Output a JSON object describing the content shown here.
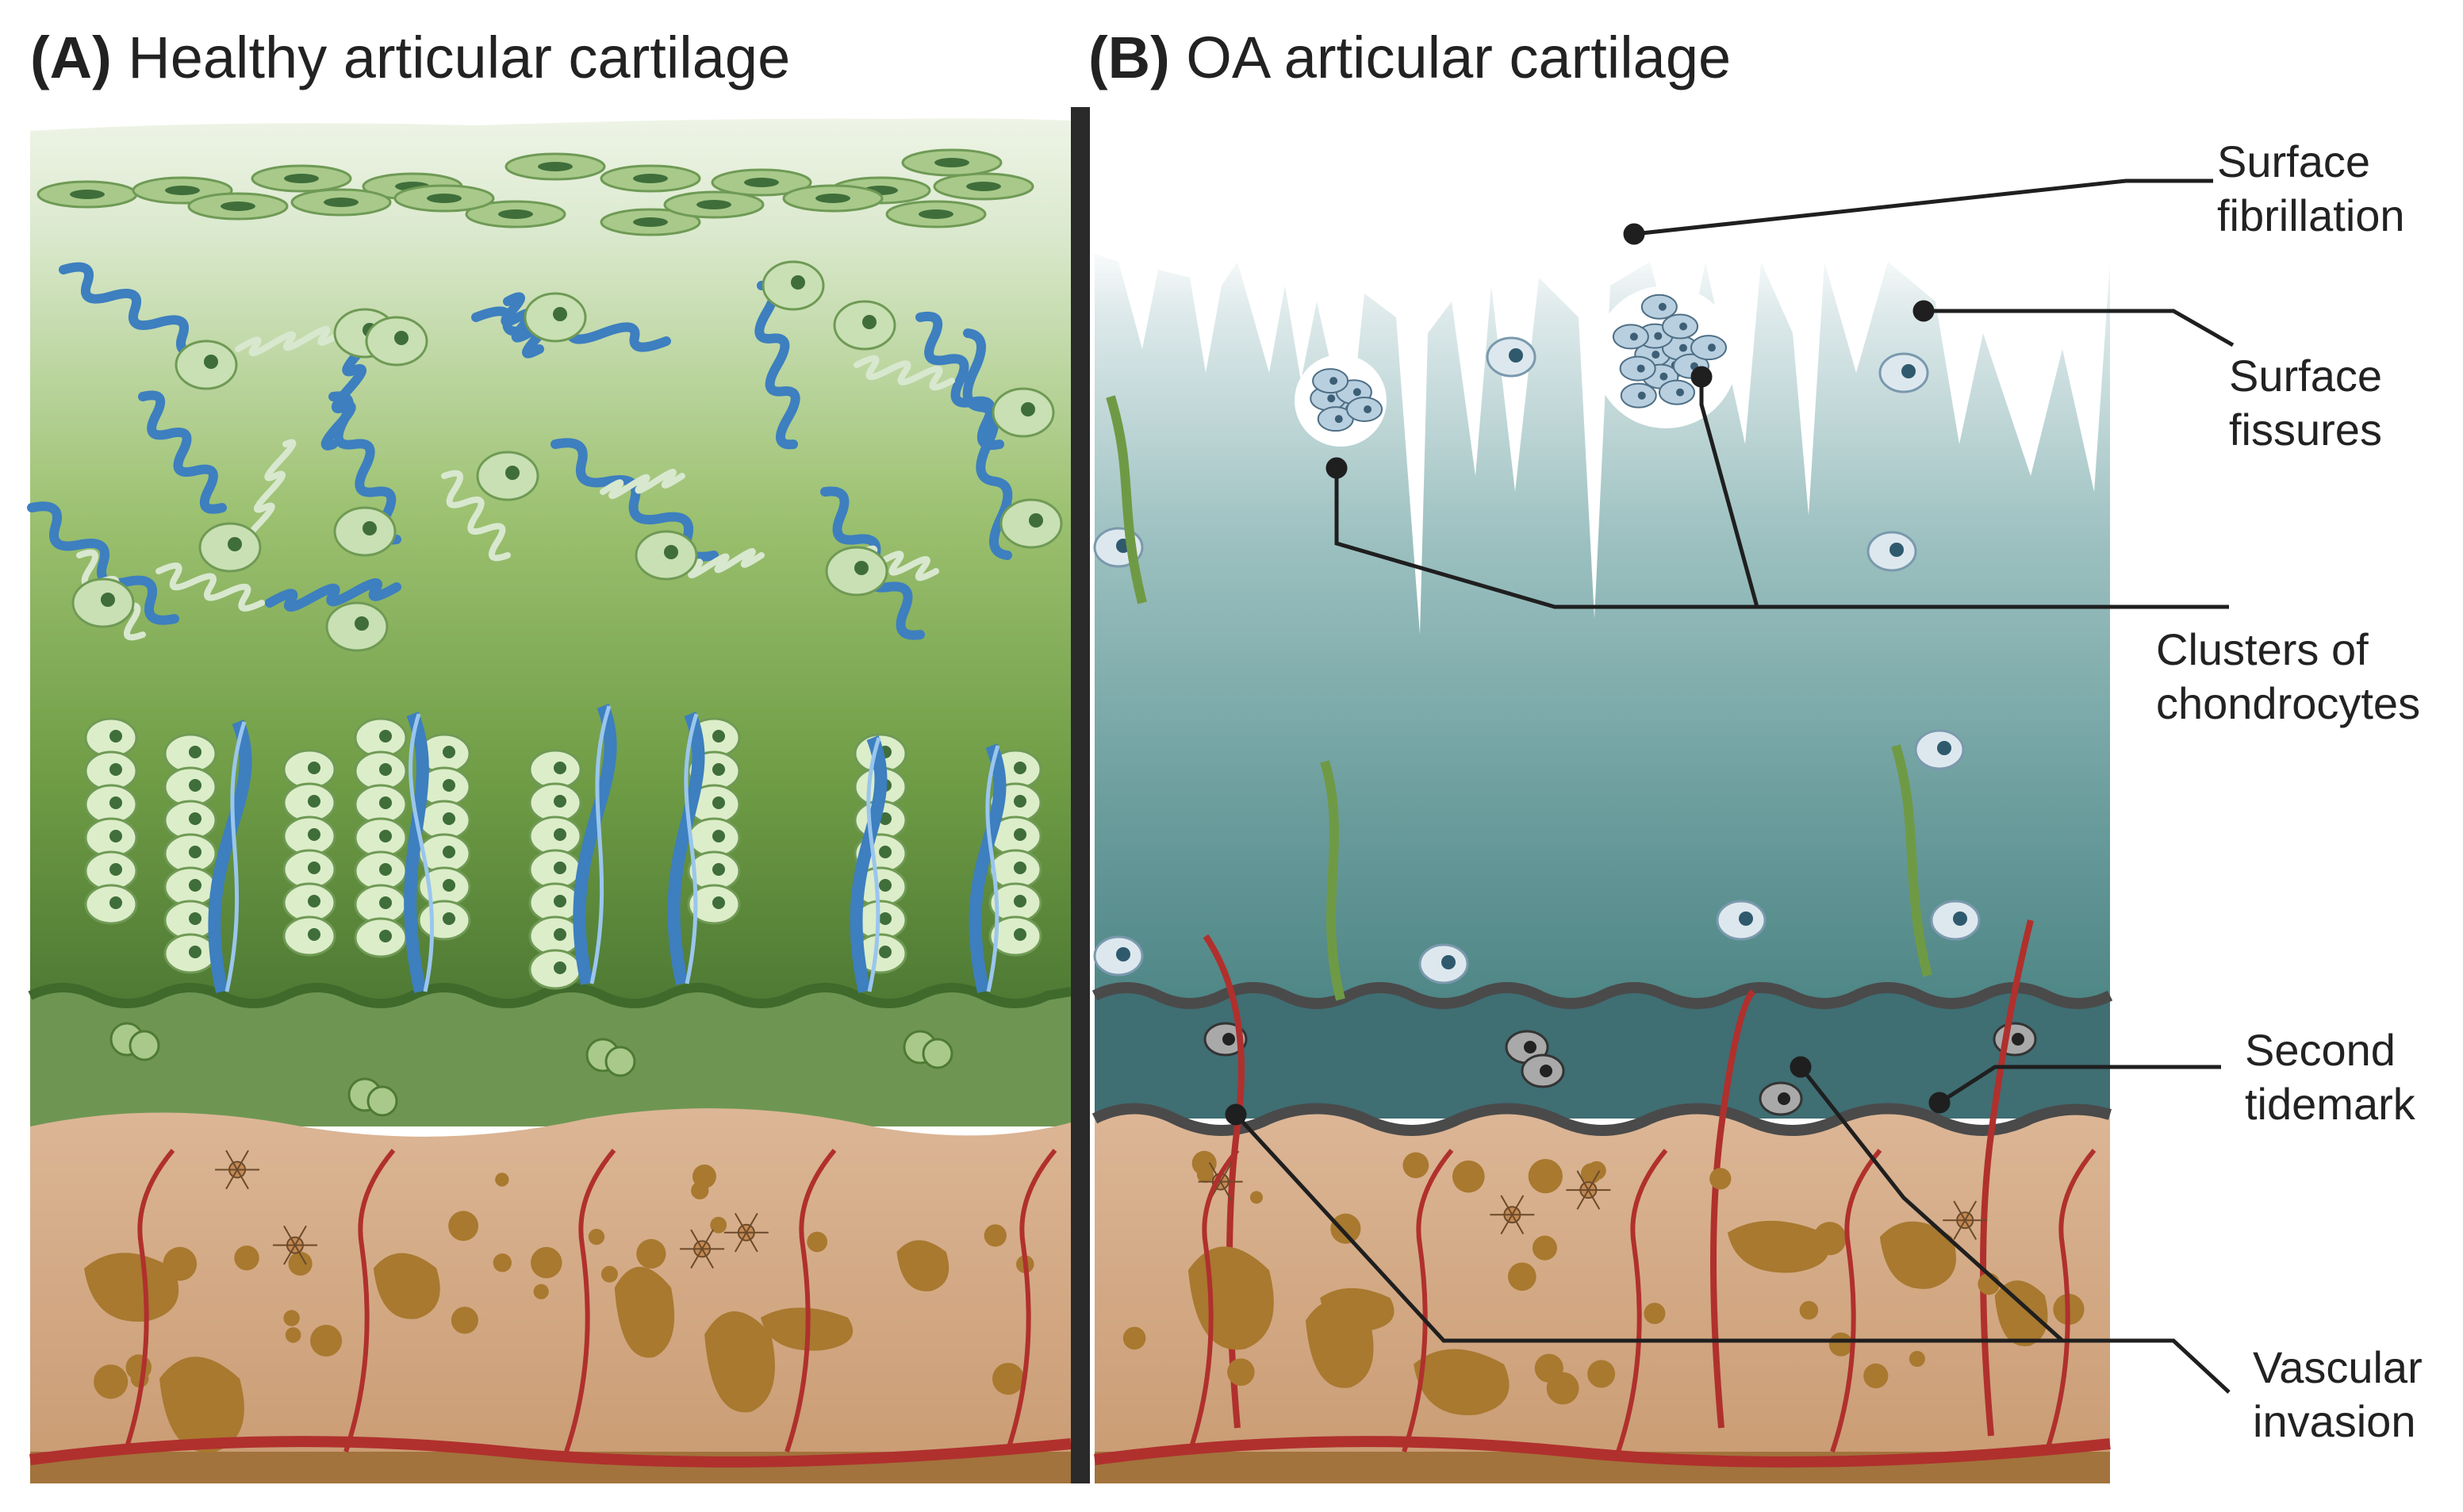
{
  "panel_a": {
    "letter": "(A)",
    "title": "Healthy articular cartilage"
  },
  "panel_b": {
    "letter": "(B)",
    "title": "OA articular cartilage"
  },
  "labels": {
    "surface_fibrillation": [
      "Surface",
      "fibrillation"
    ],
    "surface_fissures": [
      "Surface",
      "fissures"
    ],
    "clusters_of_chondrocytes": [
      "Clusters of",
      "chondrocytes"
    ],
    "second_tidemark": [
      "Second",
      "tidemark"
    ],
    "vascular_invasion": [
      "Vascular",
      "invasion"
    ]
  },
  "colors": {
    "healthy_top": "#e6f0dc",
    "healthy_mid": "#7da64e",
    "healthy_deep": "#4f7a34",
    "oa_top": "#e8f1f1",
    "oa_mid": "#5f9494",
    "oa_calcified": "#3a6a70",
    "bone": "#d8b08f",
    "bone_spots": "#a8792f",
    "vessel": "#b0302d",
    "collagen": "#3d7fbf",
    "divider": "#2a2a2a"
  }
}
